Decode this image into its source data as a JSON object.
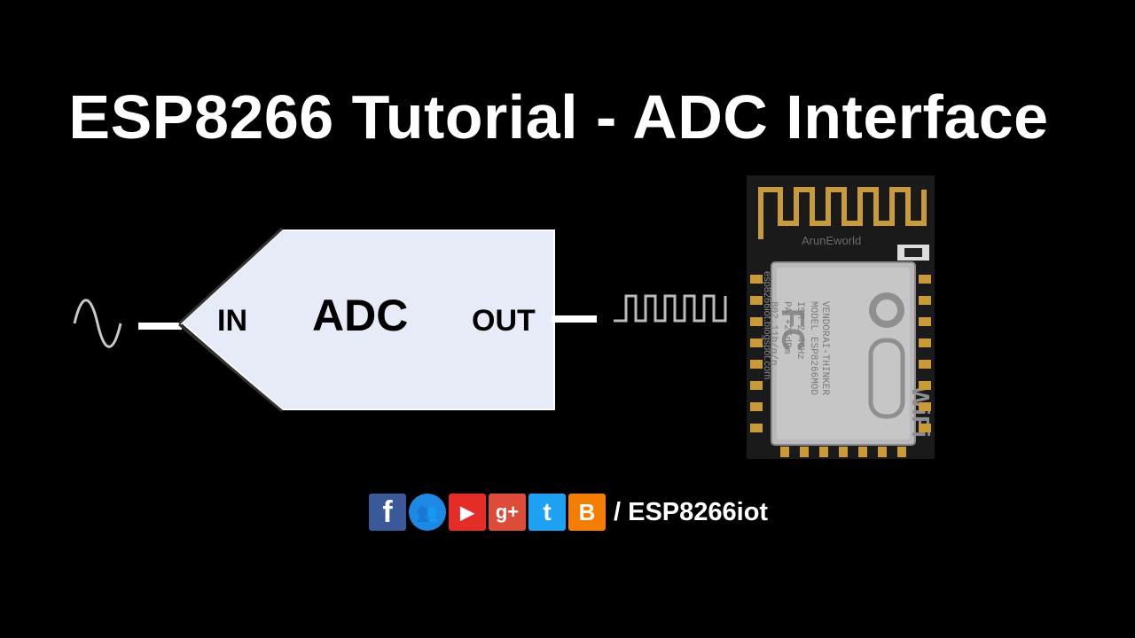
{
  "title": "ESP8266 Tutorial - ADC Interface",
  "adc_block": {
    "label": "ADC",
    "in_label": "IN",
    "out_label": "OUT"
  },
  "module": {
    "chip": "ESP8266",
    "vendor_logo": "ArunEworld",
    "shield_lines": [
      "MODEL",
      "VENDOR",
      "ESP8266MOD",
      "AI-THINKER",
      "ISM 2.4GHz",
      "PA +25dBm",
      "802.11b/g/n"
    ],
    "side_text": "esp8266iot.blogspot.com"
  },
  "social": {
    "icons": [
      {
        "name": "facebook-icon",
        "color": "#3b5998",
        "glyph": "f"
      },
      {
        "name": "community-icon",
        "color": "#1e88e5",
        "glyph": "👥"
      },
      {
        "name": "youtube-icon",
        "color": "#e52d27",
        "glyph": "▶"
      },
      {
        "name": "google-plus-icon",
        "color": "#dd4b39",
        "glyph": "g+"
      },
      {
        "name": "twitter-icon",
        "color": "#1da1f2",
        "glyph": "t"
      },
      {
        "name": "blogger-icon",
        "color": "#f57d00",
        "glyph": "B"
      }
    ],
    "handle": "/ ESP8266iot"
  }
}
